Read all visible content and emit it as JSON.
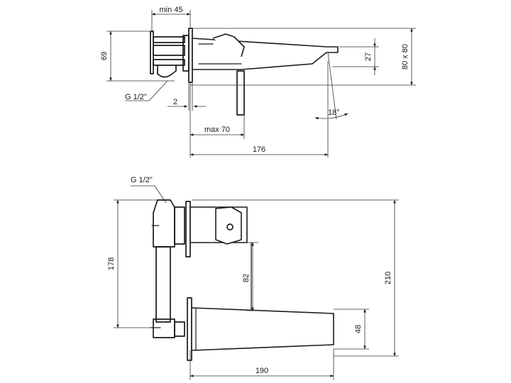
{
  "top_view": {
    "dim_min45": "min 45",
    "dim_69": "69",
    "dim_27": "27",
    "dim_80x80": "80 x 80",
    "dim_g12": "G 1/2\"",
    "dim_2": "2",
    "dim_18deg": "18°",
    "dim_max70": "max 70",
    "dim_176": "176"
  },
  "front_view": {
    "dim_g12": "G 1/2\"",
    "dim_178": "178",
    "dim_82": "82",
    "dim_210": "210",
    "dim_48": "48",
    "dim_190": "190"
  }
}
